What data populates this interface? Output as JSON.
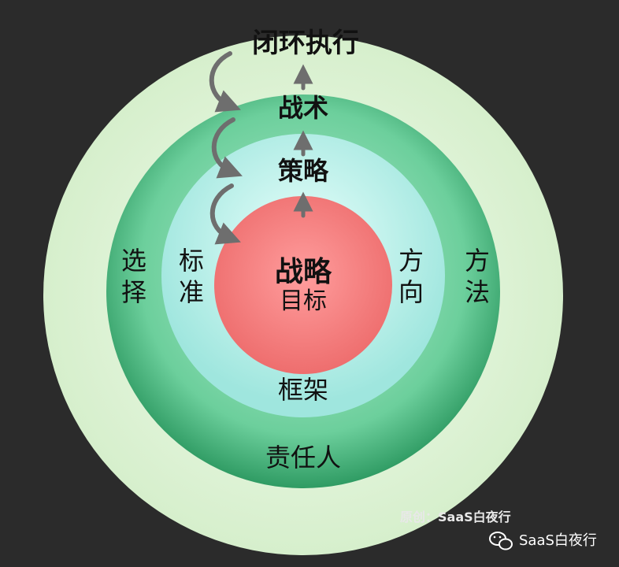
{
  "diagram": {
    "top_label": "闭环执行",
    "ring2_top": "战术",
    "ring3_top": "策略",
    "center_title": "战略",
    "center_sub": "目标",
    "ring3_left": [
      "标",
      "准"
    ],
    "ring3_right": [
      "方",
      "向"
    ],
    "ring3_bottom": "框架",
    "ring2_left": [
      "选",
      "择"
    ],
    "ring2_right": [
      "方",
      "法"
    ],
    "ring2_bottom": "责任人"
  },
  "watermark": {
    "original": "原创：SaaS白夜行",
    "account": "SaaS白夜行"
  },
  "colors": {
    "background": "#2b2b2b",
    "outer_ring": "#e6f5df",
    "middle_ring": "#4cb985",
    "inner_ring": "#b9f1ec",
    "core": "#f07a7a",
    "arrow": "#6e6e6e"
  }
}
